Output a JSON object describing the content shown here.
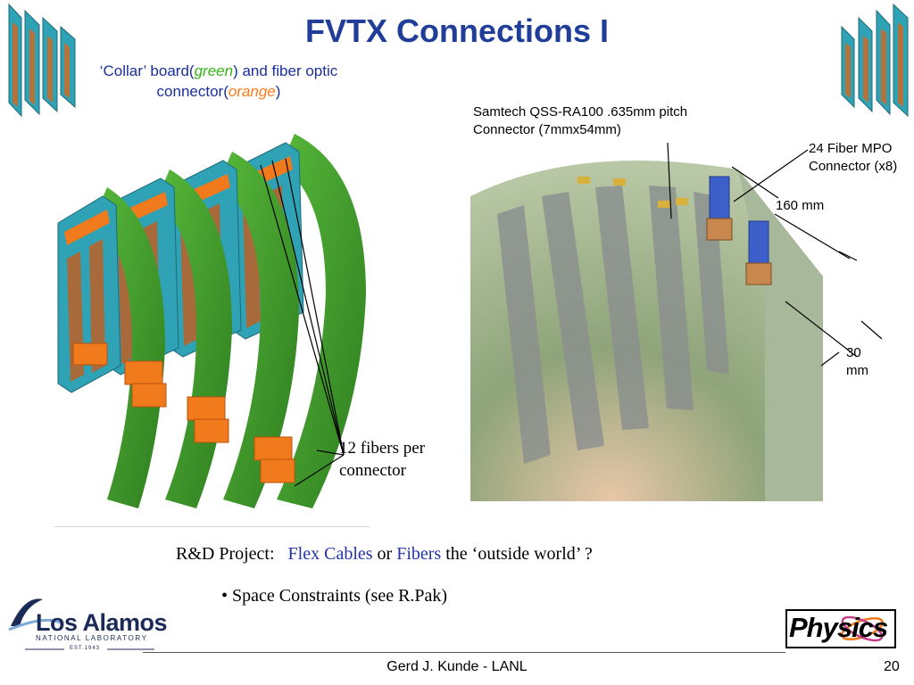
{
  "slide": {
    "title": "FVTX Connections I",
    "collar_caption": {
      "part1": "‘Collar’ board(",
      "green_word": "green",
      "part2": ") and fiber optic",
      "part3": "connector(",
      "orange_word": "orange",
      "part4": ")"
    },
    "samtech_label": {
      "line1": "Samtech QSS-RA100 .635mm pitch",
      "line2": "Connector (7mmx54mm)"
    },
    "mpo_label": {
      "line1": "24 Fiber MPO",
      "line2": "Connector (x8)"
    },
    "dim_160": "160 mm",
    "dim_30": {
      "line1": "30",
      "line2": "mm"
    },
    "fibers_label": {
      "line1": "12 fibers per",
      "line2": "connector"
    },
    "rnd_line": {
      "prefix": "R&D Project:",
      "flex": "Flex Cables",
      "or": "or",
      "fibers": "Fibers",
      "suffix": "the ‘outside world’ ?"
    },
    "bullet": "• Space Constraints (see R.Pak)",
    "footer_author": "Gerd J. Kunde - LANL",
    "page_number": "20"
  },
  "logos": {
    "los_alamos": {
      "name": "Los Alamos",
      "subtitle": "NATIONAL LABORATORY",
      "est": "EST.1943"
    },
    "physics": "Physics"
  },
  "colors": {
    "title_blue": "#1f3d99",
    "accent_green": "#33b316",
    "accent_orange": "#ff7a1a",
    "board_green": "#3e9c2b",
    "sensor_teal": "#2fa2b5",
    "connector_orange": "#f07a1c",
    "mpo_blue": "#3d5fc9"
  }
}
